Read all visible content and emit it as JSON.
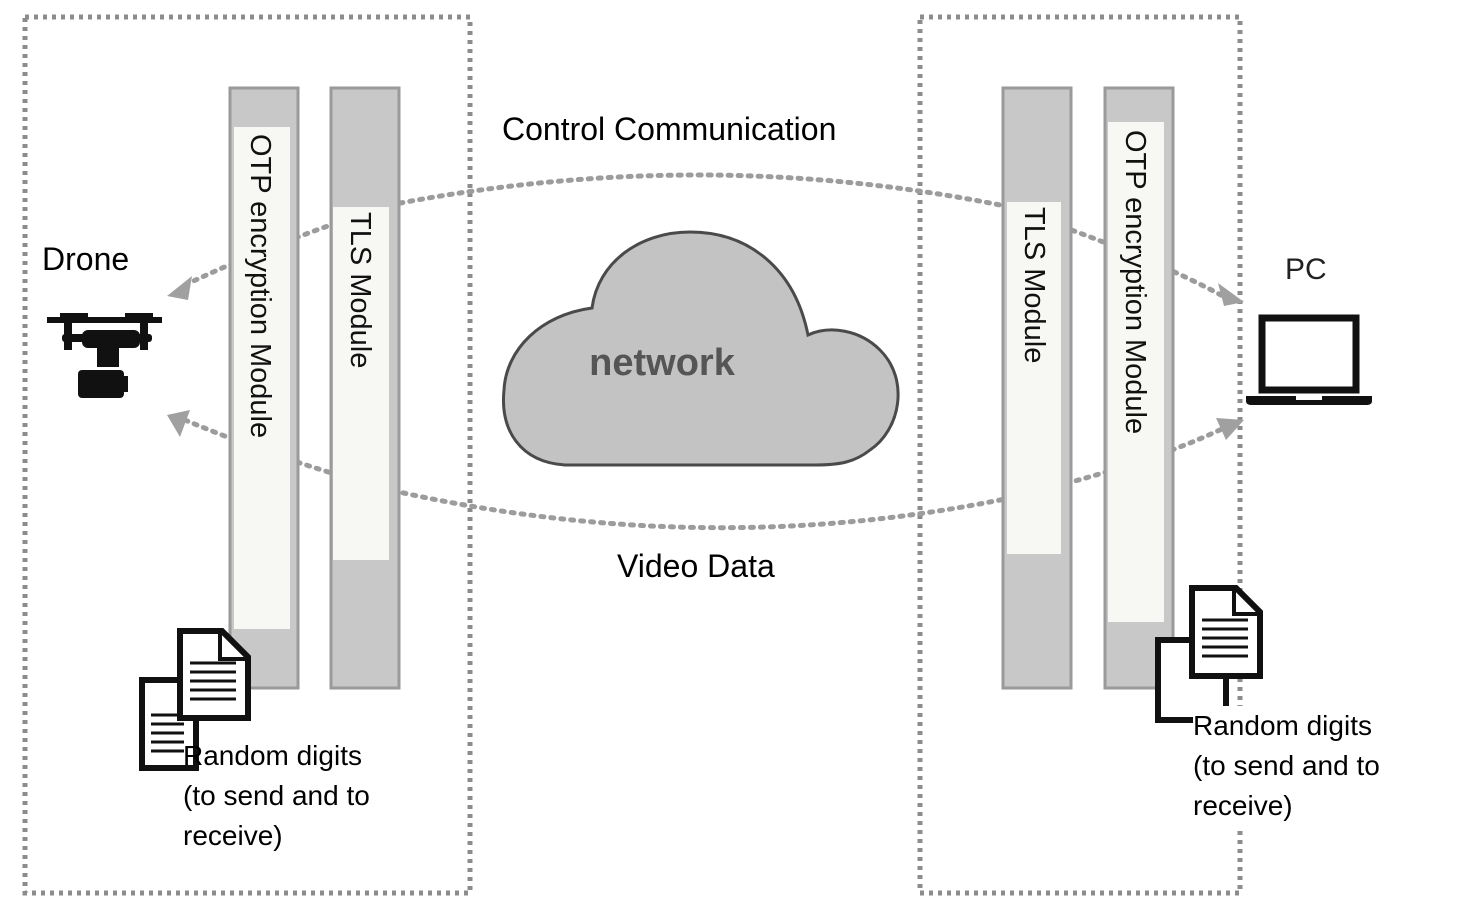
{
  "left_group": {
    "title": "Drone",
    "otp_module_label": "OTP encryption Module",
    "tls_module_label": "TLS Module",
    "random_digits_label": "Random digits (to send and to receive)"
  },
  "right_group": {
    "title": "PC",
    "otp_module_label": "OTP encryption Module",
    "tls_module_label": "TLS Module",
    "random_digits_label": "Random digits (to send and to receive)"
  },
  "network": {
    "label": "network"
  },
  "links": {
    "control_label": "Control Communication",
    "video_label": "Video Data"
  },
  "icons": {
    "drone": "drone-icon",
    "pc": "laptop-icon",
    "documents": "document-stack-icon",
    "cloud": "cloud-icon"
  },
  "colors": {
    "module_gray": "#c8c8c8",
    "module_inner": "#f7f7f4",
    "cloud_fill": "#c3c3c3",
    "dotted_line": "#999999",
    "border": "#8c8c8c"
  }
}
